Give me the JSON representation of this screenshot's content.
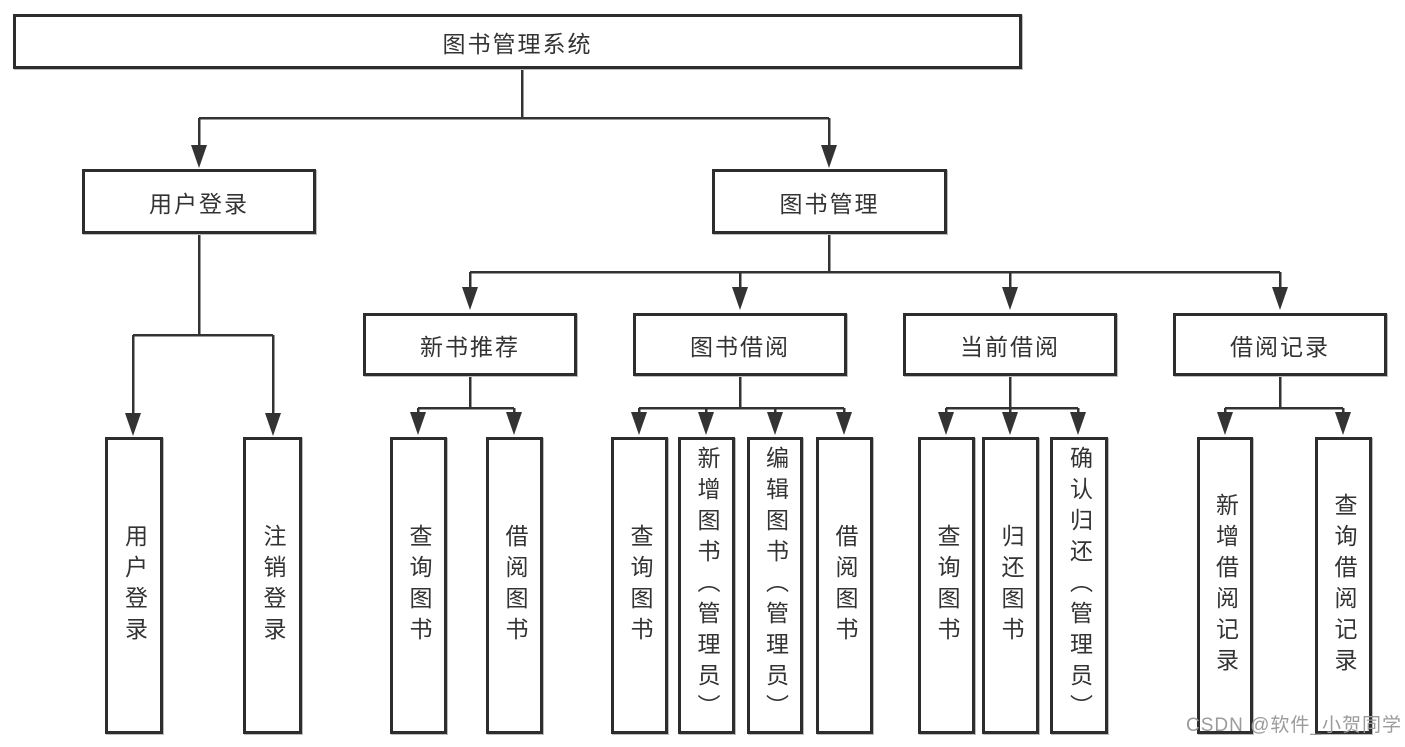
{
  "tree": {
    "label": "图书管理系统",
    "children": [
      {
        "label": "用户登录",
        "children": [
          {
            "label": "用户登录"
          },
          {
            "label": "注销登录"
          }
        ]
      },
      {
        "label": "图书管理",
        "children": [
          {
            "label": "新书推荐",
            "children": [
              {
                "label": "查询图书"
              },
              {
                "label": "借阅图书"
              }
            ]
          },
          {
            "label": "图书借阅",
            "children": [
              {
                "label": "查询图书"
              },
              {
                "label": "新增图书（管理员）"
              },
              {
                "label": "编辑图书（管理员）"
              },
              {
                "label": "借阅图书"
              }
            ]
          },
          {
            "label": "当前借阅",
            "children": [
              {
                "label": "查询图书"
              },
              {
                "label": "归还图书"
              },
              {
                "label": "确认归还（管理员）"
              }
            ]
          },
          {
            "label": "借阅记录",
            "children": [
              {
                "label": "新增借阅记录"
              },
              {
                "label": "查询借阅记录"
              }
            ]
          }
        ]
      }
    ]
  },
  "watermark": "CSDN @软件_小贺同学",
  "colors": {
    "line": "#333333",
    "box_border": "#2d2d2d",
    "text": "#333333",
    "watermark": "#9b9b9b",
    "background": "#ffffff"
  }
}
